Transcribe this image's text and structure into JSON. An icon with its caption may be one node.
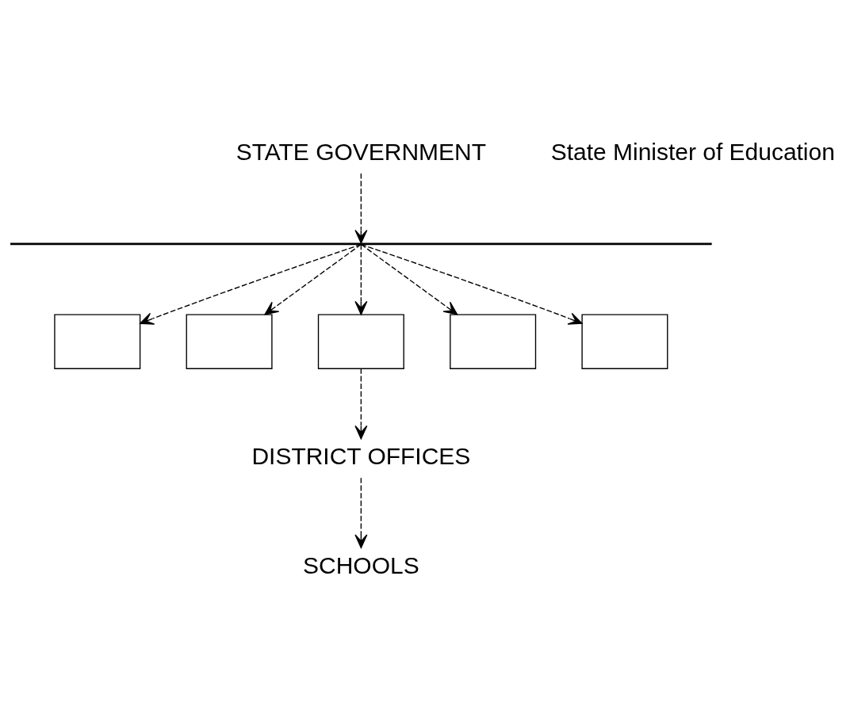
{
  "diagram": {
    "nodes": [
      {
        "text": [
          "STATE GOVERNMENT"
        ]
      },
      {
        "text": [],
        "shape": "bar"
      },
      {
        "text": [],
        "shape": "box"
      },
      {
        "text": [],
        "shape": "box"
      },
      {
        "text": [],
        "shape": "box"
      },
      {
        "text": [],
        "shape": "box"
      },
      {
        "text": [],
        "shape": "box"
      },
      {
        "text": [
          "DISTRICT OFFICES"
        ]
      },
      {
        "text": [
          "SCHOOLS"
        ]
      }
    ],
    "edges": [
      {
        "from": 0,
        "to": 1,
        "arrow": "to",
        "style": "dashed"
      },
      {
        "from": 1,
        "to": 2,
        "arrow": "to",
        "style": "dashed"
      },
      {
        "from": 1,
        "to": 3,
        "arrow": "to",
        "style": "dashed"
      },
      {
        "from": 1,
        "to": 4,
        "arrow": "to",
        "style": "dashed"
      },
      {
        "from": 1,
        "to": 5,
        "arrow": "to",
        "style": "dashed"
      },
      {
        "from": 1,
        "to": 6,
        "arrow": "to",
        "style": "dashed"
      },
      {
        "from": 4,
        "to": 7,
        "arrow": "to",
        "style": "dashed"
      },
      {
        "from": 7,
        "to": 8,
        "arrow": "to",
        "style": "dashed"
      }
    ],
    "labels": [
      "State Minister of Education"
    ]
  }
}
